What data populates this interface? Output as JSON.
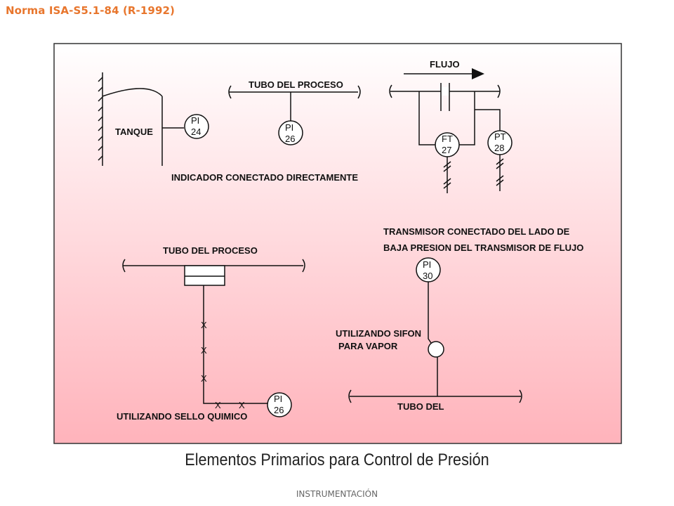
{
  "slide": {
    "title": "Norma ISA-S5.1-84 (R-1992)",
    "caption": "Elementos Primarios para Control de Presión",
    "footer": "INSTRUMENTACIÓN"
  },
  "diagram": {
    "colors": {
      "gradient_top": "#ffffff",
      "gradient_bottom": "#ffb3bb",
      "frame": "#333333",
      "ink": "#111111"
    },
    "labels": {
      "tank": "TANQUE",
      "process_pipe_top": "TUBO DEL PROCESO",
      "flow": "FLUJO",
      "direct_indicator": "INDICADOR CONECTADO DIRECTAMENTE",
      "process_pipe_bottom": "TUBO DEL PROCESO",
      "transmitter_line1": "TRANSMISOR CONECTADO  DEL LADO DE",
      "transmitter_line2": "BAJA  PRESION DEL TRANSMISOR DE FLUJO",
      "siphon_line1": "UTILIZANDO SIFON",
      "siphon_line2": "PARA VAPOR",
      "pipe_short": "TUBO DEL",
      "chemical_seal": "UTILIZANDO SELLO QUIMICO",
      "x_mark": "X"
    },
    "instruments": {
      "pi24": {
        "letters": "PI",
        "number": "24"
      },
      "pi26_top": {
        "letters": "PI",
        "number": "26"
      },
      "ft27": {
        "letters": "FT",
        "number": "27"
      },
      "pt28": {
        "letters": "PT",
        "number": "28"
      },
      "pi30": {
        "letters": "PI",
        "number": "30"
      },
      "pi26_bottom": {
        "letters": "PI",
        "number": "26"
      }
    }
  }
}
